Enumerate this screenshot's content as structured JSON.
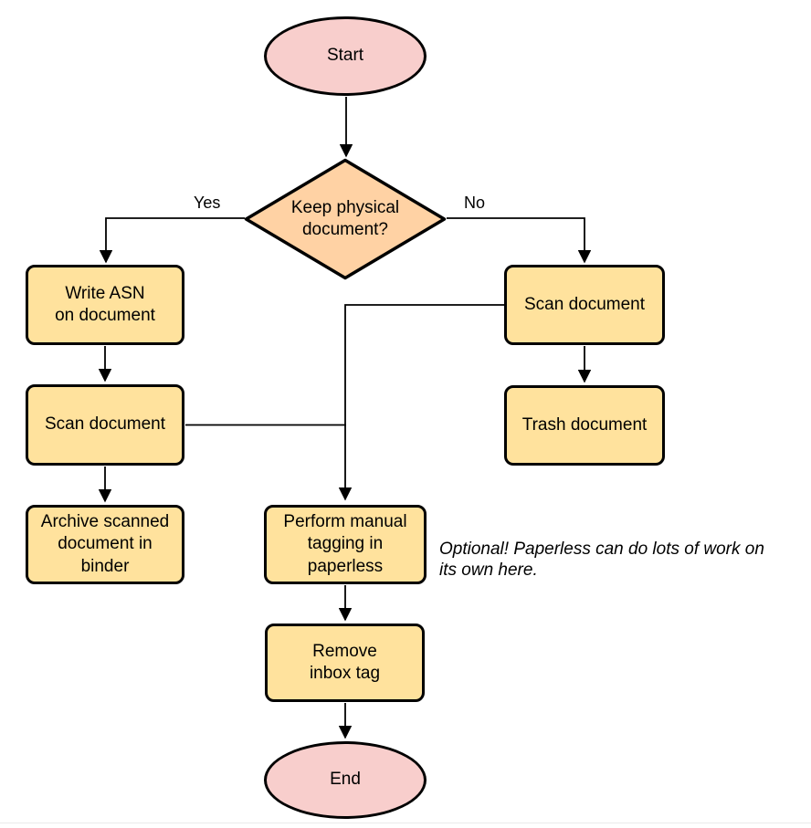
{
  "colors": {
    "terminal_fill": "#f8cecc",
    "decision_fill": "#ffd2a4",
    "process_fill": "#ffe29d",
    "stroke": "#000000",
    "divider": "#ebebeb"
  },
  "nodes": {
    "start": {
      "type": "terminal",
      "label": "Start"
    },
    "decision": {
      "type": "decision",
      "label": "Keep physical\ndocument?"
    },
    "write_asn": {
      "type": "process",
      "label": "Write ASN\non document"
    },
    "scan_left": {
      "type": "process",
      "label": "Scan document"
    },
    "archive": {
      "type": "process",
      "label": "Archive scanned\ndocument in\nbinder"
    },
    "scan_right": {
      "type": "process",
      "label": "Scan document"
    },
    "trash": {
      "type": "process",
      "label": "Trash document"
    },
    "tagging": {
      "type": "process",
      "label": "Perform manual\ntagging in\npaperless"
    },
    "remove_inbox": {
      "type": "process",
      "label": "Remove\ninbox tag"
    },
    "end": {
      "type": "terminal",
      "label": "End"
    }
  },
  "edge_labels": {
    "yes": "Yes",
    "no": "No"
  },
  "note": "Optional! Paperless can do lots of work on\nits own here.",
  "edges": [
    {
      "from": "start",
      "to": "decision"
    },
    {
      "from": "decision",
      "to": "write_asn",
      "label": "Yes"
    },
    {
      "from": "decision",
      "to": "scan_right",
      "label": "No"
    },
    {
      "from": "write_asn",
      "to": "scan_left"
    },
    {
      "from": "scan_left",
      "to": "archive"
    },
    {
      "from": "scan_left",
      "to": "tagging"
    },
    {
      "from": "scan_right",
      "to": "trash"
    },
    {
      "from": "scan_right",
      "to": "tagging"
    },
    {
      "from": "tagging",
      "to": "remove_inbox"
    },
    {
      "from": "remove_inbox",
      "to": "end"
    }
  ]
}
